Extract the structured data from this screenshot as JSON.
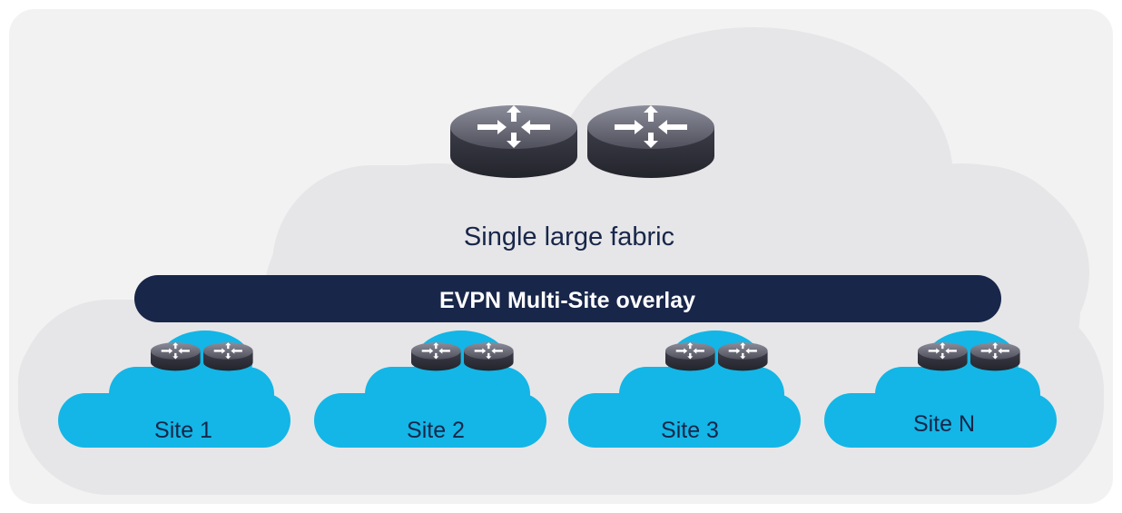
{
  "fabric": {
    "label": "Single large fabric"
  },
  "overlay": {
    "label": "EVPN Multi-Site overlay"
  },
  "sites": [
    {
      "label": "Site 1"
    },
    {
      "label": "Site 2"
    },
    {
      "label": "Site 3"
    },
    {
      "label": "Site N"
    }
  ],
  "icons": {
    "router": "router-icon",
    "cloud": "cloud-icon"
  },
  "colors": {
    "fabric_cloud": "#e6e6e8",
    "background_panel": "#f2f2f3",
    "site_cloud": "#13b6e6",
    "overlay_bar": "#18264a",
    "router_body": "#3a3b46",
    "text_dark": "#18264a"
  }
}
